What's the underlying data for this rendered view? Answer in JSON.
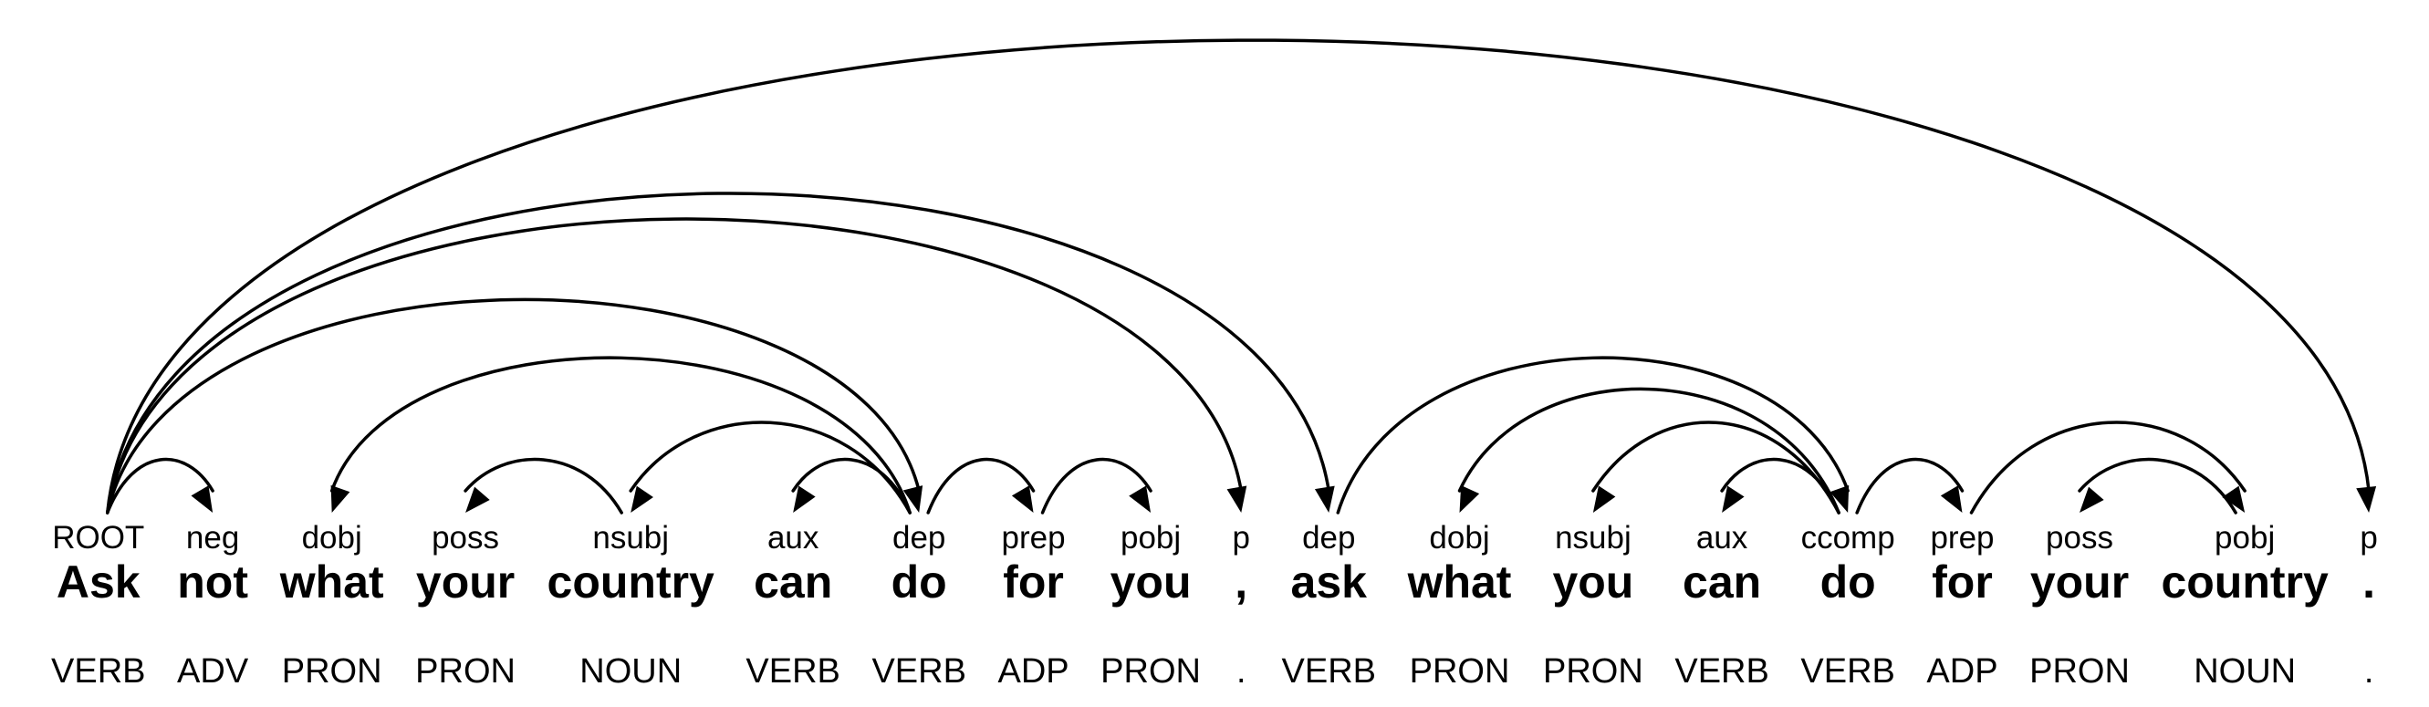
{
  "figure": {
    "type": "dependency-parse",
    "sentence": "Ask not what your country can do for you , ask what you can do for your country .",
    "root_label": "ROOT"
  },
  "colors": {
    "line": "#000000",
    "text": "#000000",
    "background": "#ffffff"
  },
  "tokens": [
    {
      "word": "Ask",
      "dep": "ROOT",
      "pos": "VERB"
    },
    {
      "word": "not",
      "dep": "neg",
      "pos": "ADV"
    },
    {
      "word": "what",
      "dep": "dobj",
      "pos": "PRON"
    },
    {
      "word": "your",
      "dep": "poss",
      "pos": "PRON"
    },
    {
      "word": "country",
      "dep": "nsubj",
      "pos": "NOUN"
    },
    {
      "word": "can",
      "dep": "aux",
      "pos": "VERB"
    },
    {
      "word": "do",
      "dep": "dep",
      "pos": "VERB"
    },
    {
      "word": "for",
      "dep": "prep",
      "pos": "ADP"
    },
    {
      "word": "you",
      "dep": "pobj",
      "pos": "PRON"
    },
    {
      "word": ",",
      "dep": "p",
      "pos": "."
    },
    {
      "word": "ask",
      "dep": "dep",
      "pos": "VERB"
    },
    {
      "word": "what",
      "dep": "dobj",
      "pos": "PRON"
    },
    {
      "word": "you",
      "dep": "nsubj",
      "pos": "PRON"
    },
    {
      "word": "can",
      "dep": "aux",
      "pos": "VERB"
    },
    {
      "word": "do",
      "dep": "ccomp",
      "pos": "VERB"
    },
    {
      "word": "for",
      "dep": "prep",
      "pos": "ADP"
    },
    {
      "word": "your",
      "dep": "poss",
      "pos": "PRON"
    },
    {
      "word": "country",
      "dep": "pobj",
      "pos": "NOUN"
    },
    {
      "word": ".",
      "dep": "p",
      "pos": "."
    }
  ],
  "arcs": [
    {
      "head": 0,
      "dep": 1,
      "label": "neg"
    },
    {
      "head": 6,
      "dep": 2,
      "label": "dobj"
    },
    {
      "head": 4,
      "dep": 3,
      "label": "poss"
    },
    {
      "head": 6,
      "dep": 4,
      "label": "nsubj"
    },
    {
      "head": 6,
      "dep": 5,
      "label": "aux"
    },
    {
      "head": 0,
      "dep": 6,
      "label": "dep"
    },
    {
      "head": 6,
      "dep": 7,
      "label": "prep"
    },
    {
      "head": 7,
      "dep": 8,
      "label": "pobj"
    },
    {
      "head": 0,
      "dep": 9,
      "label": "p"
    },
    {
      "head": 0,
      "dep": 10,
      "label": "dep"
    },
    {
      "head": 14,
      "dep": 11,
      "label": "dobj"
    },
    {
      "head": 14,
      "dep": 12,
      "label": "nsubj"
    },
    {
      "head": 14,
      "dep": 13,
      "label": "aux"
    },
    {
      "head": 10,
      "dep": 14,
      "label": "ccomp"
    },
    {
      "head": 14,
      "dep": 15,
      "label": "prep"
    },
    {
      "head": 17,
      "dep": 16,
      "label": "poss"
    },
    {
      "head": 15,
      "dep": 17,
      "label": "pobj"
    },
    {
      "head": 0,
      "dep": 18,
      "label": "p"
    }
  ]
}
